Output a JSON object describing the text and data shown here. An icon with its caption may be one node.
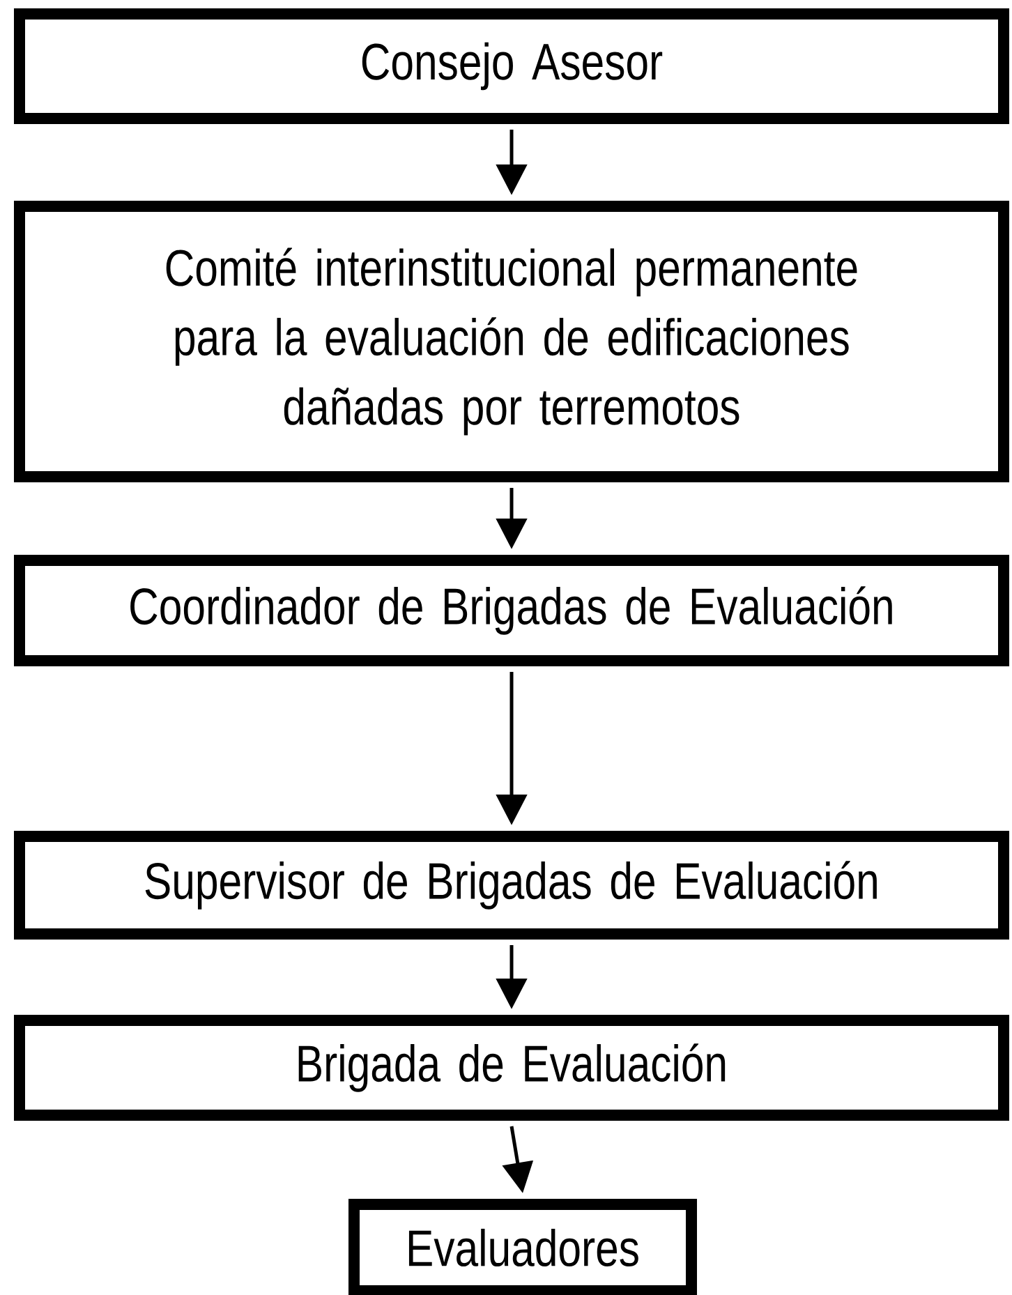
{
  "diagram": {
    "nodes": [
      {
        "text": [
          "Consejo Asesor"
        ]
      },
      {
        "text": [
          "Comité interinstitucional permanente para la evaluación de edificaciones dañadas por terremotos"
        ]
      },
      {
        "text": [
          "Coordinador de Brigadas de Evaluación"
        ]
      },
      {
        "text": [
          "Supervisor de Brigadas de Evaluación"
        ]
      },
      {
        "text": [
          "Brigada de Evaluación"
        ]
      },
      {
        "text": [
          "Evaluadores"
        ]
      }
    ],
    "edges": [
      {
        "from": 0,
        "to": 1,
        "arrow": "to"
      },
      {
        "from": 1,
        "to": 2,
        "arrow": "to"
      },
      {
        "from": 2,
        "to": 3,
        "arrow": "to"
      },
      {
        "from": 3,
        "to": 4,
        "arrow": "to"
      },
      {
        "from": 4,
        "to": 5,
        "arrow": "to"
      }
    ]
  }
}
